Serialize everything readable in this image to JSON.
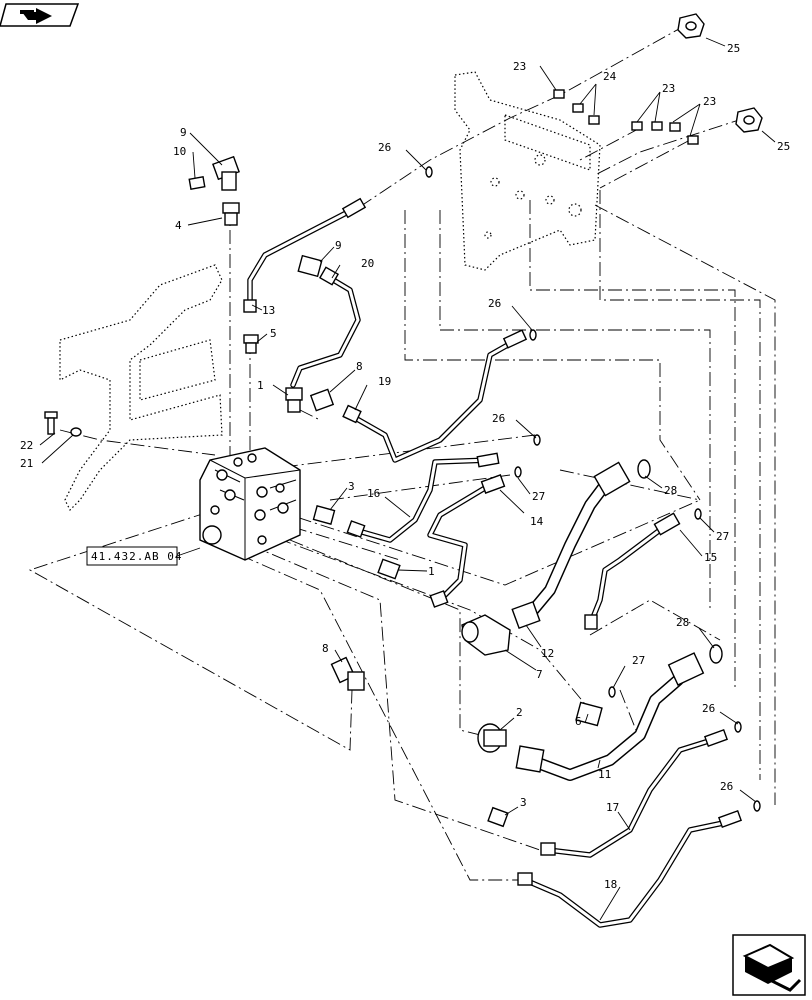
{
  "reference_label": "41.432.AB 04",
  "callouts": [
    {
      "id": "c25a",
      "label": "25"
    },
    {
      "id": "c25b",
      "label": "25"
    },
    {
      "id": "c23a",
      "label": "23"
    },
    {
      "id": "c24",
      "label": "24"
    },
    {
      "id": "c23b",
      "label": "23"
    },
    {
      "id": "c23c",
      "label": "23"
    },
    {
      "id": "c9a",
      "label": "9"
    },
    {
      "id": "c10",
      "label": "10"
    },
    {
      "id": "c4",
      "label": "4"
    },
    {
      "id": "c26a",
      "label": "26"
    },
    {
      "id": "c9b",
      "label": "9"
    },
    {
      "id": "c20",
      "label": "20"
    },
    {
      "id": "c13",
      "label": "13"
    },
    {
      "id": "c5",
      "label": "5"
    },
    {
      "id": "c26b",
      "label": "26"
    },
    {
      "id": "c8a",
      "label": "8"
    },
    {
      "id": "c19",
      "label": "19"
    },
    {
      "id": "c1a",
      "label": "1"
    },
    {
      "id": "c26c",
      "label": "26"
    },
    {
      "id": "c22",
      "label": "22"
    },
    {
      "id": "c21",
      "label": "21"
    },
    {
      "id": "c3a",
      "label": "3"
    },
    {
      "id": "c16",
      "label": "16"
    },
    {
      "id": "c27a",
      "label": "27"
    },
    {
      "id": "c14",
      "label": "14"
    },
    {
      "id": "c28a",
      "label": "28"
    },
    {
      "id": "c27b",
      "label": "27"
    },
    {
      "id": "c15",
      "label": "15"
    },
    {
      "id": "c1b",
      "label": "1"
    },
    {
      "id": "c12",
      "label": "12"
    },
    {
      "id": "c7",
      "label": "7"
    },
    {
      "id": "c8b",
      "label": "8"
    },
    {
      "id": "c28b",
      "label": "28"
    },
    {
      "id": "c27c",
      "label": "27"
    },
    {
      "id": "c2",
      "label": "2"
    },
    {
      "id": "c6",
      "label": "6"
    },
    {
      "id": "c26d",
      "label": "26"
    },
    {
      "id": "c11",
      "label": "11"
    },
    {
      "id": "c26e",
      "label": "26"
    },
    {
      "id": "c3b",
      "label": "3"
    },
    {
      "id": "c17",
      "label": "17"
    },
    {
      "id": "c18",
      "label": "18"
    }
  ]
}
